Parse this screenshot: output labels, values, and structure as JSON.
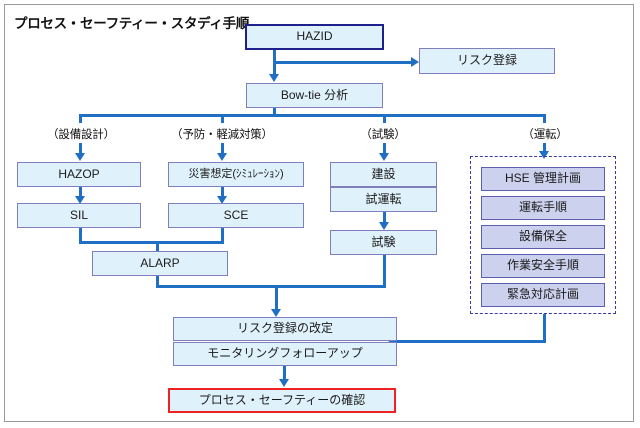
{
  "diagram": {
    "title": "プロセス・セーフティー・スタディ手順",
    "colors": {
      "box_fill": "#dff2fb",
      "box_border": "#7f7fbf",
      "connector": "#1f6fc4",
      "emphasis_navy": "#20208c",
      "emphasis_red": "#ee2222",
      "hse_fill": "#ccd2ee",
      "hse_border": "#5b5fae",
      "group_dash": "#3a3a9e"
    }
  },
  "nodes": {
    "hazid": "HAZID",
    "risk_register": "リスク登録",
    "bowtie": "Bow-tie 分析",
    "hazop": "HAZOP",
    "sil": "SIL",
    "disaster_sim": "災害想定(ｼﾐｭﾚｰｼｮﾝ)",
    "sce": "SCE",
    "construction": "建設",
    "commissioning": "試運転",
    "testing": "試験",
    "alarp": "ALARP",
    "risk_register_revision": "リスク登録の改定",
    "monitoring_followup": "モニタリングフォローアップ",
    "process_safety_confirm": "プロセス・セーフティーの確認"
  },
  "branch_labels": {
    "equipment_design": "（設備設計）",
    "prevention_mitigation": "（予防・軽減対策）",
    "testing": "（試験）",
    "operation": "（運転）"
  },
  "hse_group": {
    "items": [
      "HSE 管理計画",
      "運転手順",
      "設備保全",
      "作業安全手順",
      "緊急対応計画"
    ]
  }
}
